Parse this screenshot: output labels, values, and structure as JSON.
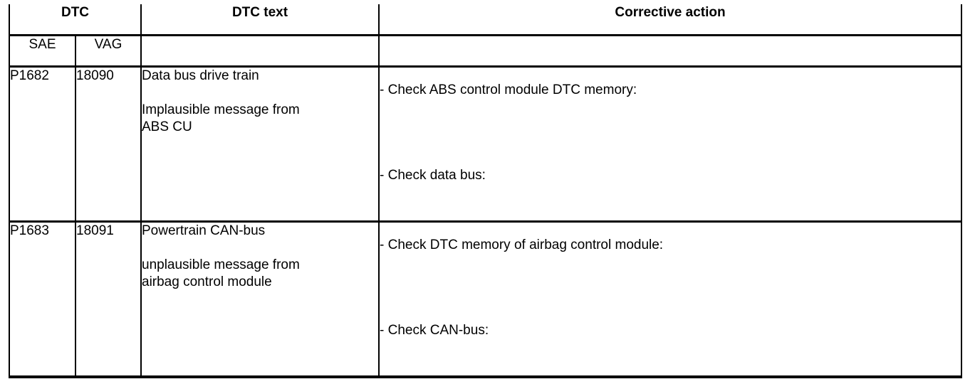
{
  "colors": {
    "text": "#000000",
    "background": "#ffffff",
    "border": "#000000"
  },
  "table": {
    "header": {
      "dtc": "DTC",
      "dtc_text": "DTC text",
      "corrective_action": "Corrective action",
      "sae": "SAE",
      "vag": "VAG"
    },
    "rows": [
      {
        "sae": "P1682",
        "vag": "18090",
        "dtc_text": "Data bus drive train\n\nImplausible message from\nABS CU",
        "actions": [
          "- Check ABS control module DTC memory:",
          "- Check data bus:"
        ]
      },
      {
        "sae": "P1683",
        "vag": "18091",
        "dtc_text": "Powertrain CAN-bus\n\nunplausible message from\nairbag control module",
        "actions": [
          "- Check DTC memory of airbag control module:",
          "- Check CAN-bus:"
        ]
      }
    ]
  }
}
